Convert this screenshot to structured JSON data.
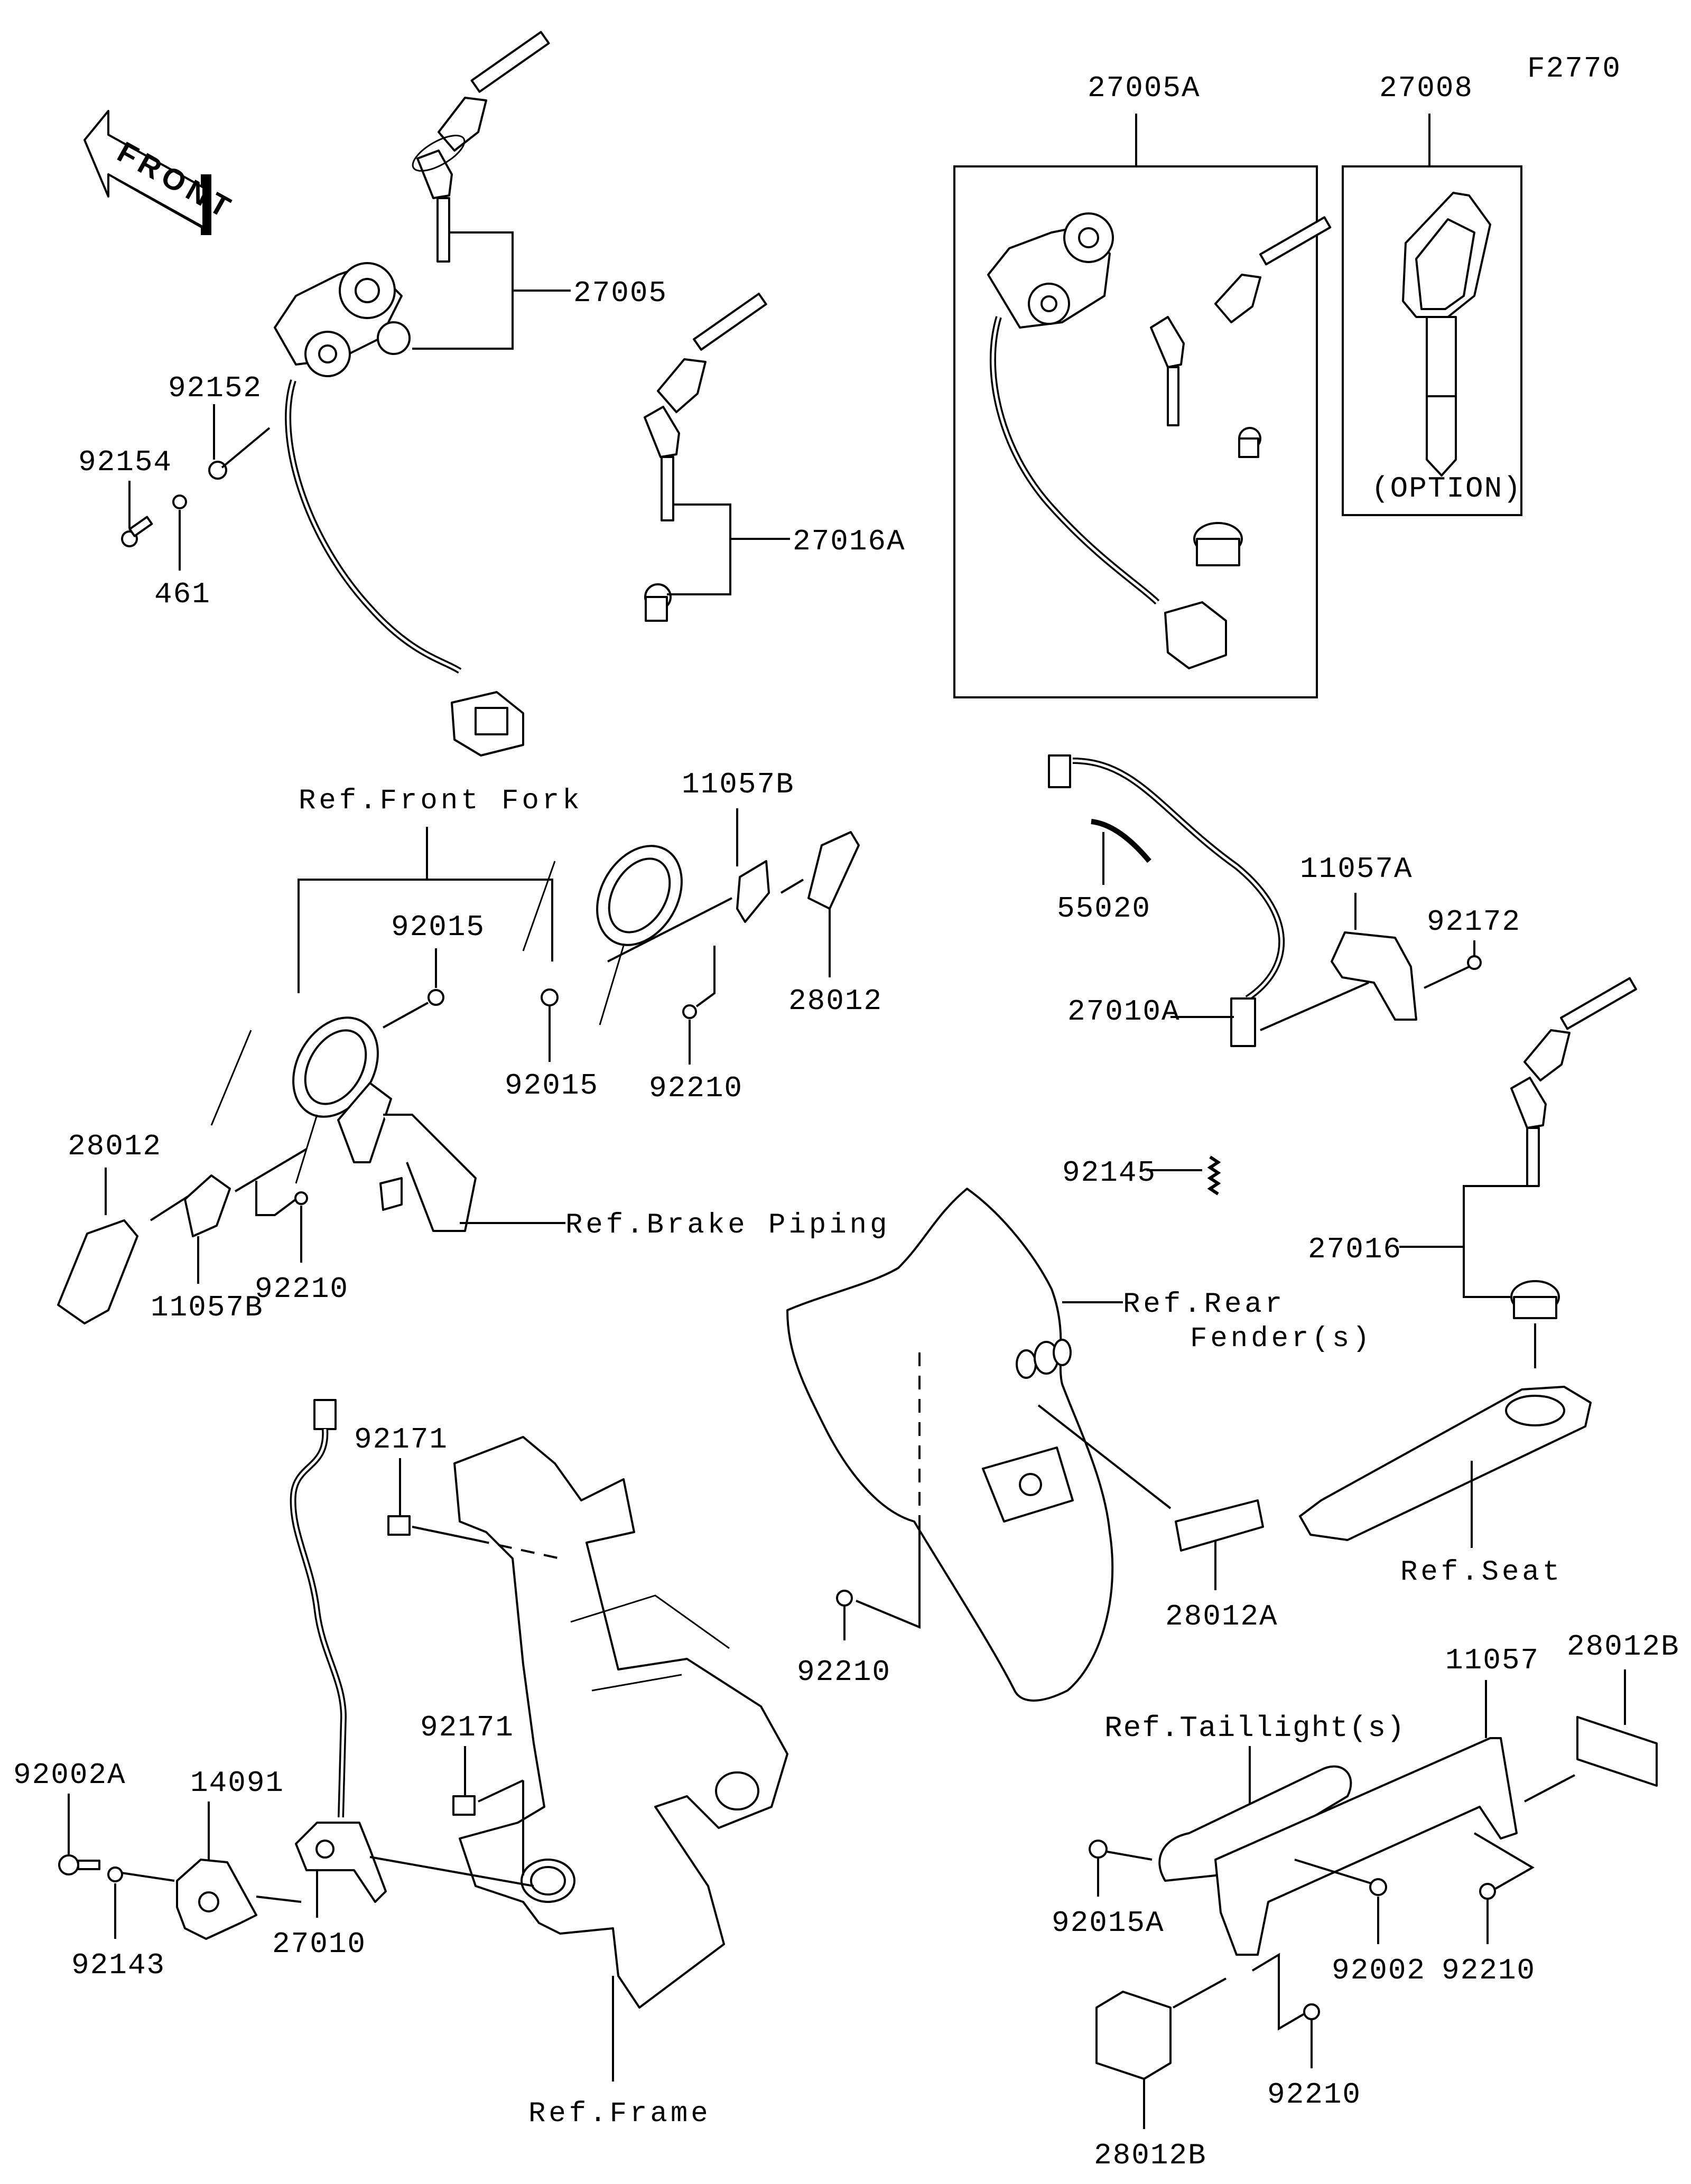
{
  "diagram": {
    "figure_code": "F2770",
    "front_arrow_text": "FRONT",
    "option_text": "(OPTION)",
    "colors": {
      "line": "#000000",
      "background": "#ffffff"
    }
  },
  "part_labels": {
    "p27005": "27005",
    "p27005A": "27005A",
    "p27008": "27008",
    "p92152": "92152",
    "p92154": "92154",
    "p461": "461",
    "p27016A": "27016A",
    "p11057B_top": "11057B",
    "p28012_right": "28012",
    "p92015_upper": "92015",
    "p92015_lower": "92015",
    "p92210_mid": "92210",
    "p28012_left": "28012",
    "p11057B_left": "11057B",
    "p92210_left": "92210",
    "p55020": "55020",
    "p11057A": "11057A",
    "p92172": "92172",
    "p27010A": "27010A",
    "p92145": "92145",
    "p27016": "27016",
    "p28012A": "28012A",
    "p92210_fender": "92210",
    "p92171_top": "92171",
    "p92171_mid": "92171",
    "p92002A": "92002A",
    "p14091": "14091",
    "p92143": "92143",
    "p27010": "27010",
    "p11057": "11057",
    "p28012B_top": "28012B",
    "p92015A": "92015A",
    "p92002": "92002",
    "p92210_right": "92210",
    "p92210_bottom": "92210",
    "p28012B_bottom": "28012B"
  },
  "reference_labels": {
    "front_fork": "Ref.Front Fork",
    "brake_piping": "Ref.Brake Piping",
    "rear_fender_line1": "Ref.Rear",
    "rear_fender_line2": "Fender(s)",
    "seat": "Ref.Seat",
    "taillight": "Ref.Taillight(s)",
    "frame": "Ref.Frame"
  }
}
